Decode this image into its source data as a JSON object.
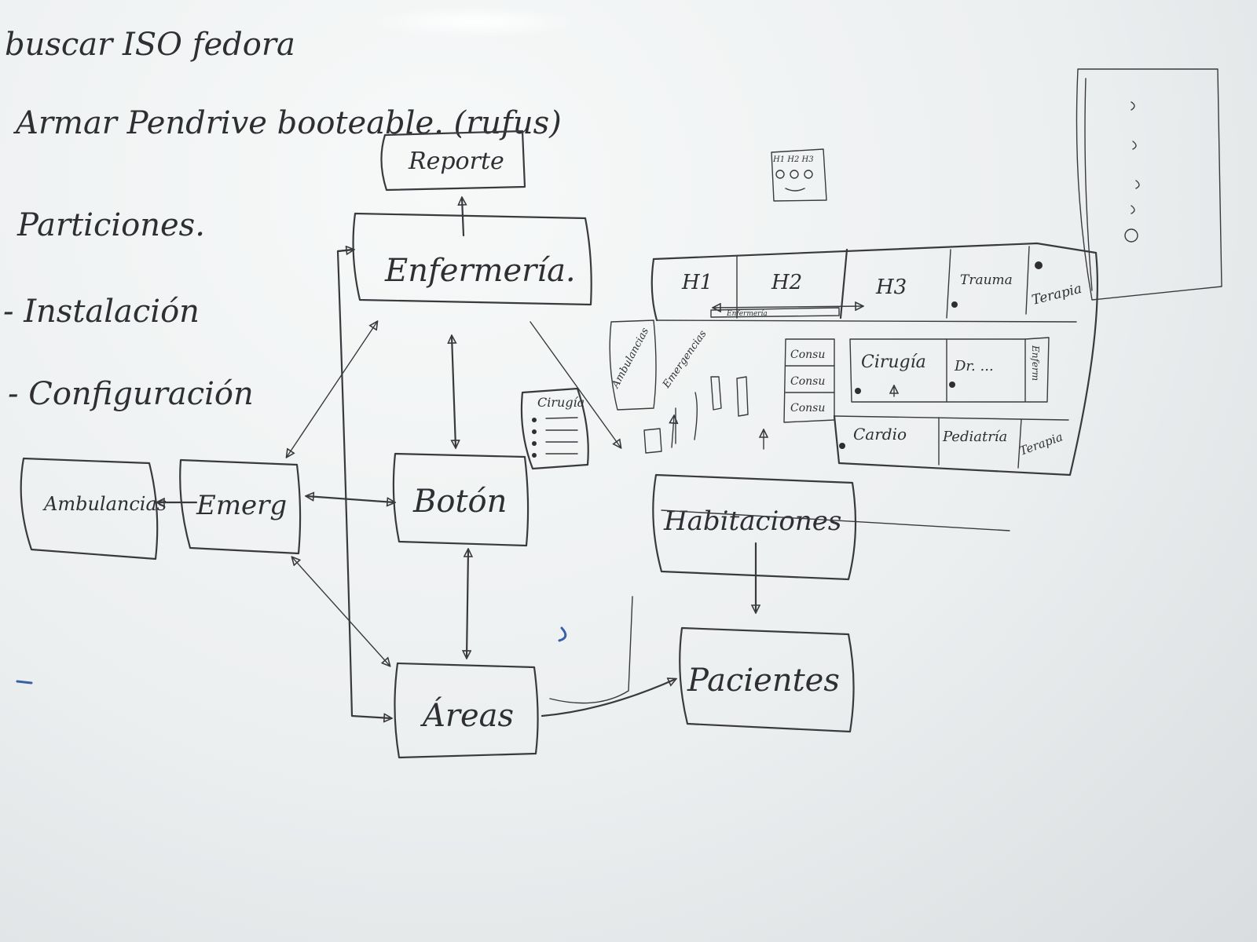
{
  "notes": {
    "line1": "buscar ISO fedora",
    "line2": "Armar Pendrive booteable. (rufus)",
    "line3": "Particiones.",
    "line4": "- Instalación",
    "line5": "- Configuración"
  },
  "nodes": {
    "reporte": "Reporte",
    "enfermeria": "Enfermería.",
    "boton": "Botón",
    "areas": "Áreas",
    "emerg": "Emerg",
    "ambulancias": "Ambulancias",
    "habitaciones": "Habitaciones",
    "pacientes": "Pacientes"
  },
  "cirugia_note": {
    "label": "Cirugía"
  },
  "floor_plan": {
    "h1": "H1",
    "h2": "H2",
    "h3": "H3",
    "trauma": "Trauma",
    "terapia_top": "Terapia",
    "ambulancias": "Ambulancias",
    "emergencias": "Emergencias",
    "enfermeria_bar": "Enfermería",
    "consultorios": [
      "Consu",
      "Consu",
      "Consu"
    ],
    "cirugia": "Cirugía",
    "dr": "Dr. ...",
    "enfermeria_side": "Enferm",
    "cardio": "Cardio",
    "pediatria": "Pediatría",
    "terapia_bottom": "Terapia"
  },
  "mini_sketch": {
    "labels": "H1 H2 H3"
  }
}
